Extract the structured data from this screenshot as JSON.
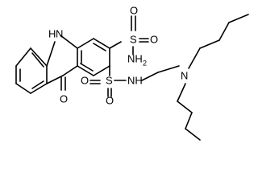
{
  "molecule": {
    "atoms": {
      "nh_ring": "H",
      "n_ring": "N",
      "o_keto": "O",
      "s_top": "S",
      "o_top_upper": "O",
      "o_top_right": "O",
      "nh2_amide": "NH",
      "nh2_sub": "2",
      "s_lower": "S",
      "o_lower_left": "O",
      "o_lower_down": "O",
      "nh_link": "NH",
      "n_amine": "N"
    }
  }
}
